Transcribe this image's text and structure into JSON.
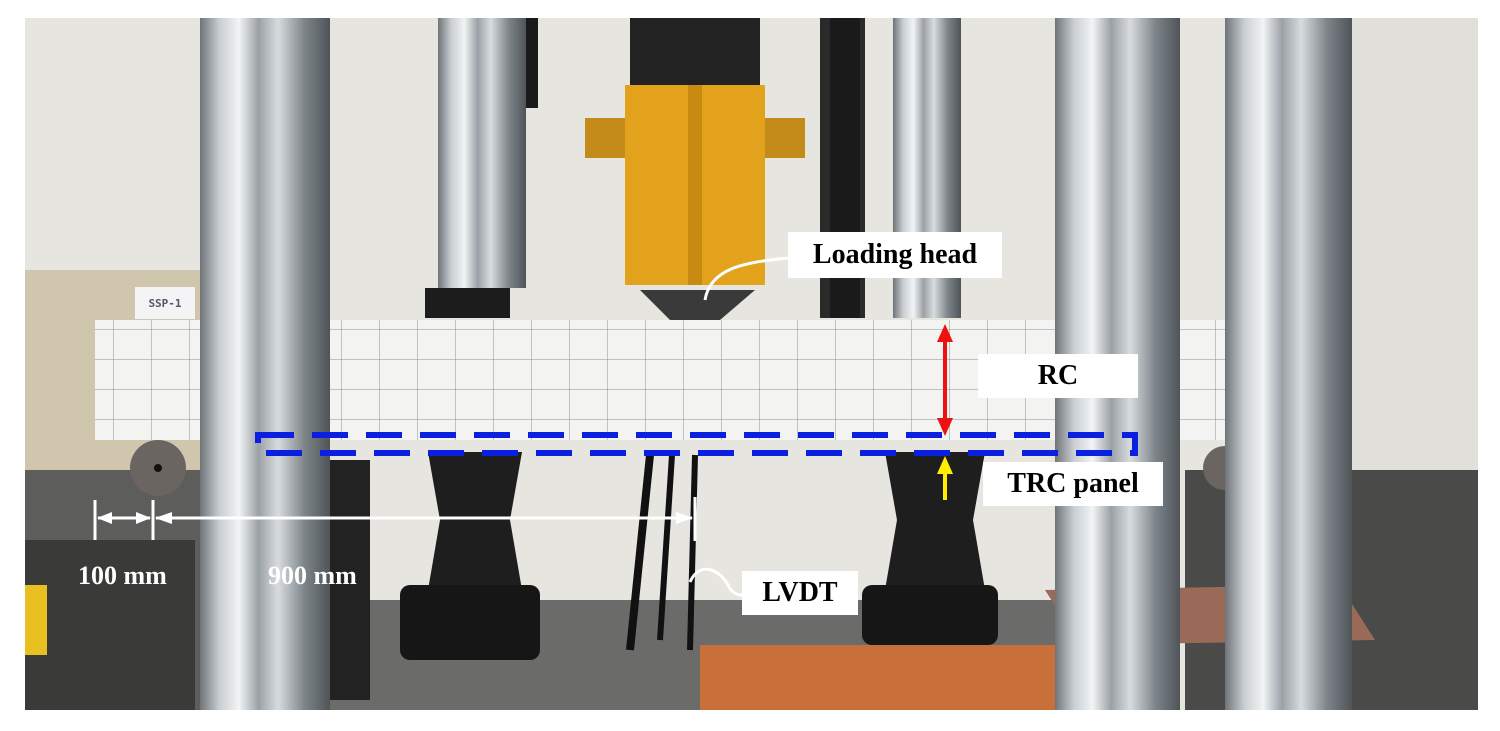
{
  "labels": {
    "loading_head": "Loading head",
    "rc": "RC",
    "trc_panel": "TRC panel",
    "lvdt": "LVDT"
  },
  "dimensions": {
    "support_offset": "100 mm",
    "span_to_lvdt": "900 mm"
  },
  "specimen_tag": "SSP-1",
  "colors": {
    "trc_outline": "#0a1fe0",
    "rc_arrow": "#ee1111",
    "trc_arrow": "#ffee00",
    "loading_head": "#e3a21c"
  }
}
